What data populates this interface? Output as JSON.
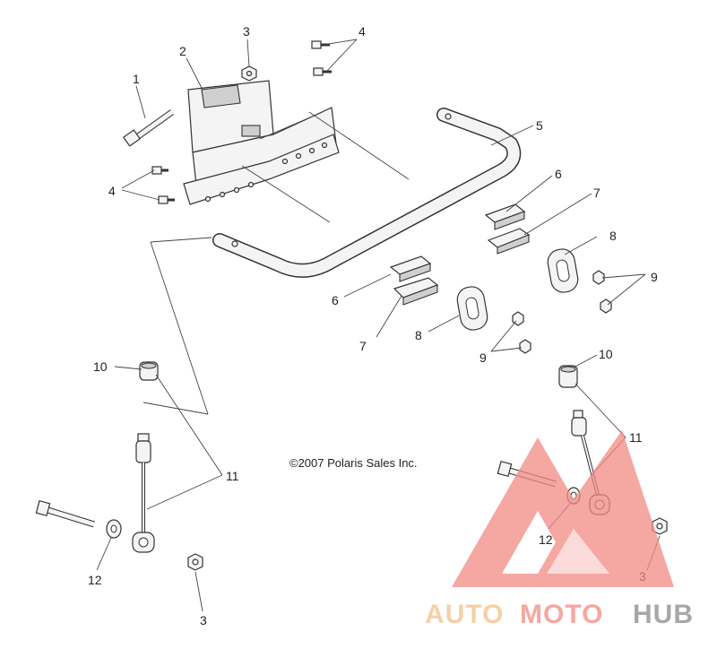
{
  "copyright": "©2007 Polaris Sales Inc.",
  "callouts": {
    "c1": "1",
    "c2": "2",
    "c3a": "3",
    "c3b": "3",
    "c3c": "3",
    "c4a": "4",
    "c4b": "4",
    "c5": "5",
    "c6a": "6",
    "c6b": "6",
    "c7a": "7",
    "c7b": "7",
    "c8a": "8",
    "c8b": "8",
    "c9a": "9",
    "c9b": "9",
    "c10a": "10",
    "c10b": "10",
    "c11a": "11",
    "c11b": "11",
    "c12a": "12",
    "c12b": "12"
  },
  "watermark": {
    "part1": "AUTO",
    "part2": "MOTO",
    "part3": "HUB",
    "colors": {
      "auto": "#f5c08a",
      "moto": "#f28a82",
      "hub": "#8a8a8a",
      "triangle": "#f06e6e"
    }
  }
}
